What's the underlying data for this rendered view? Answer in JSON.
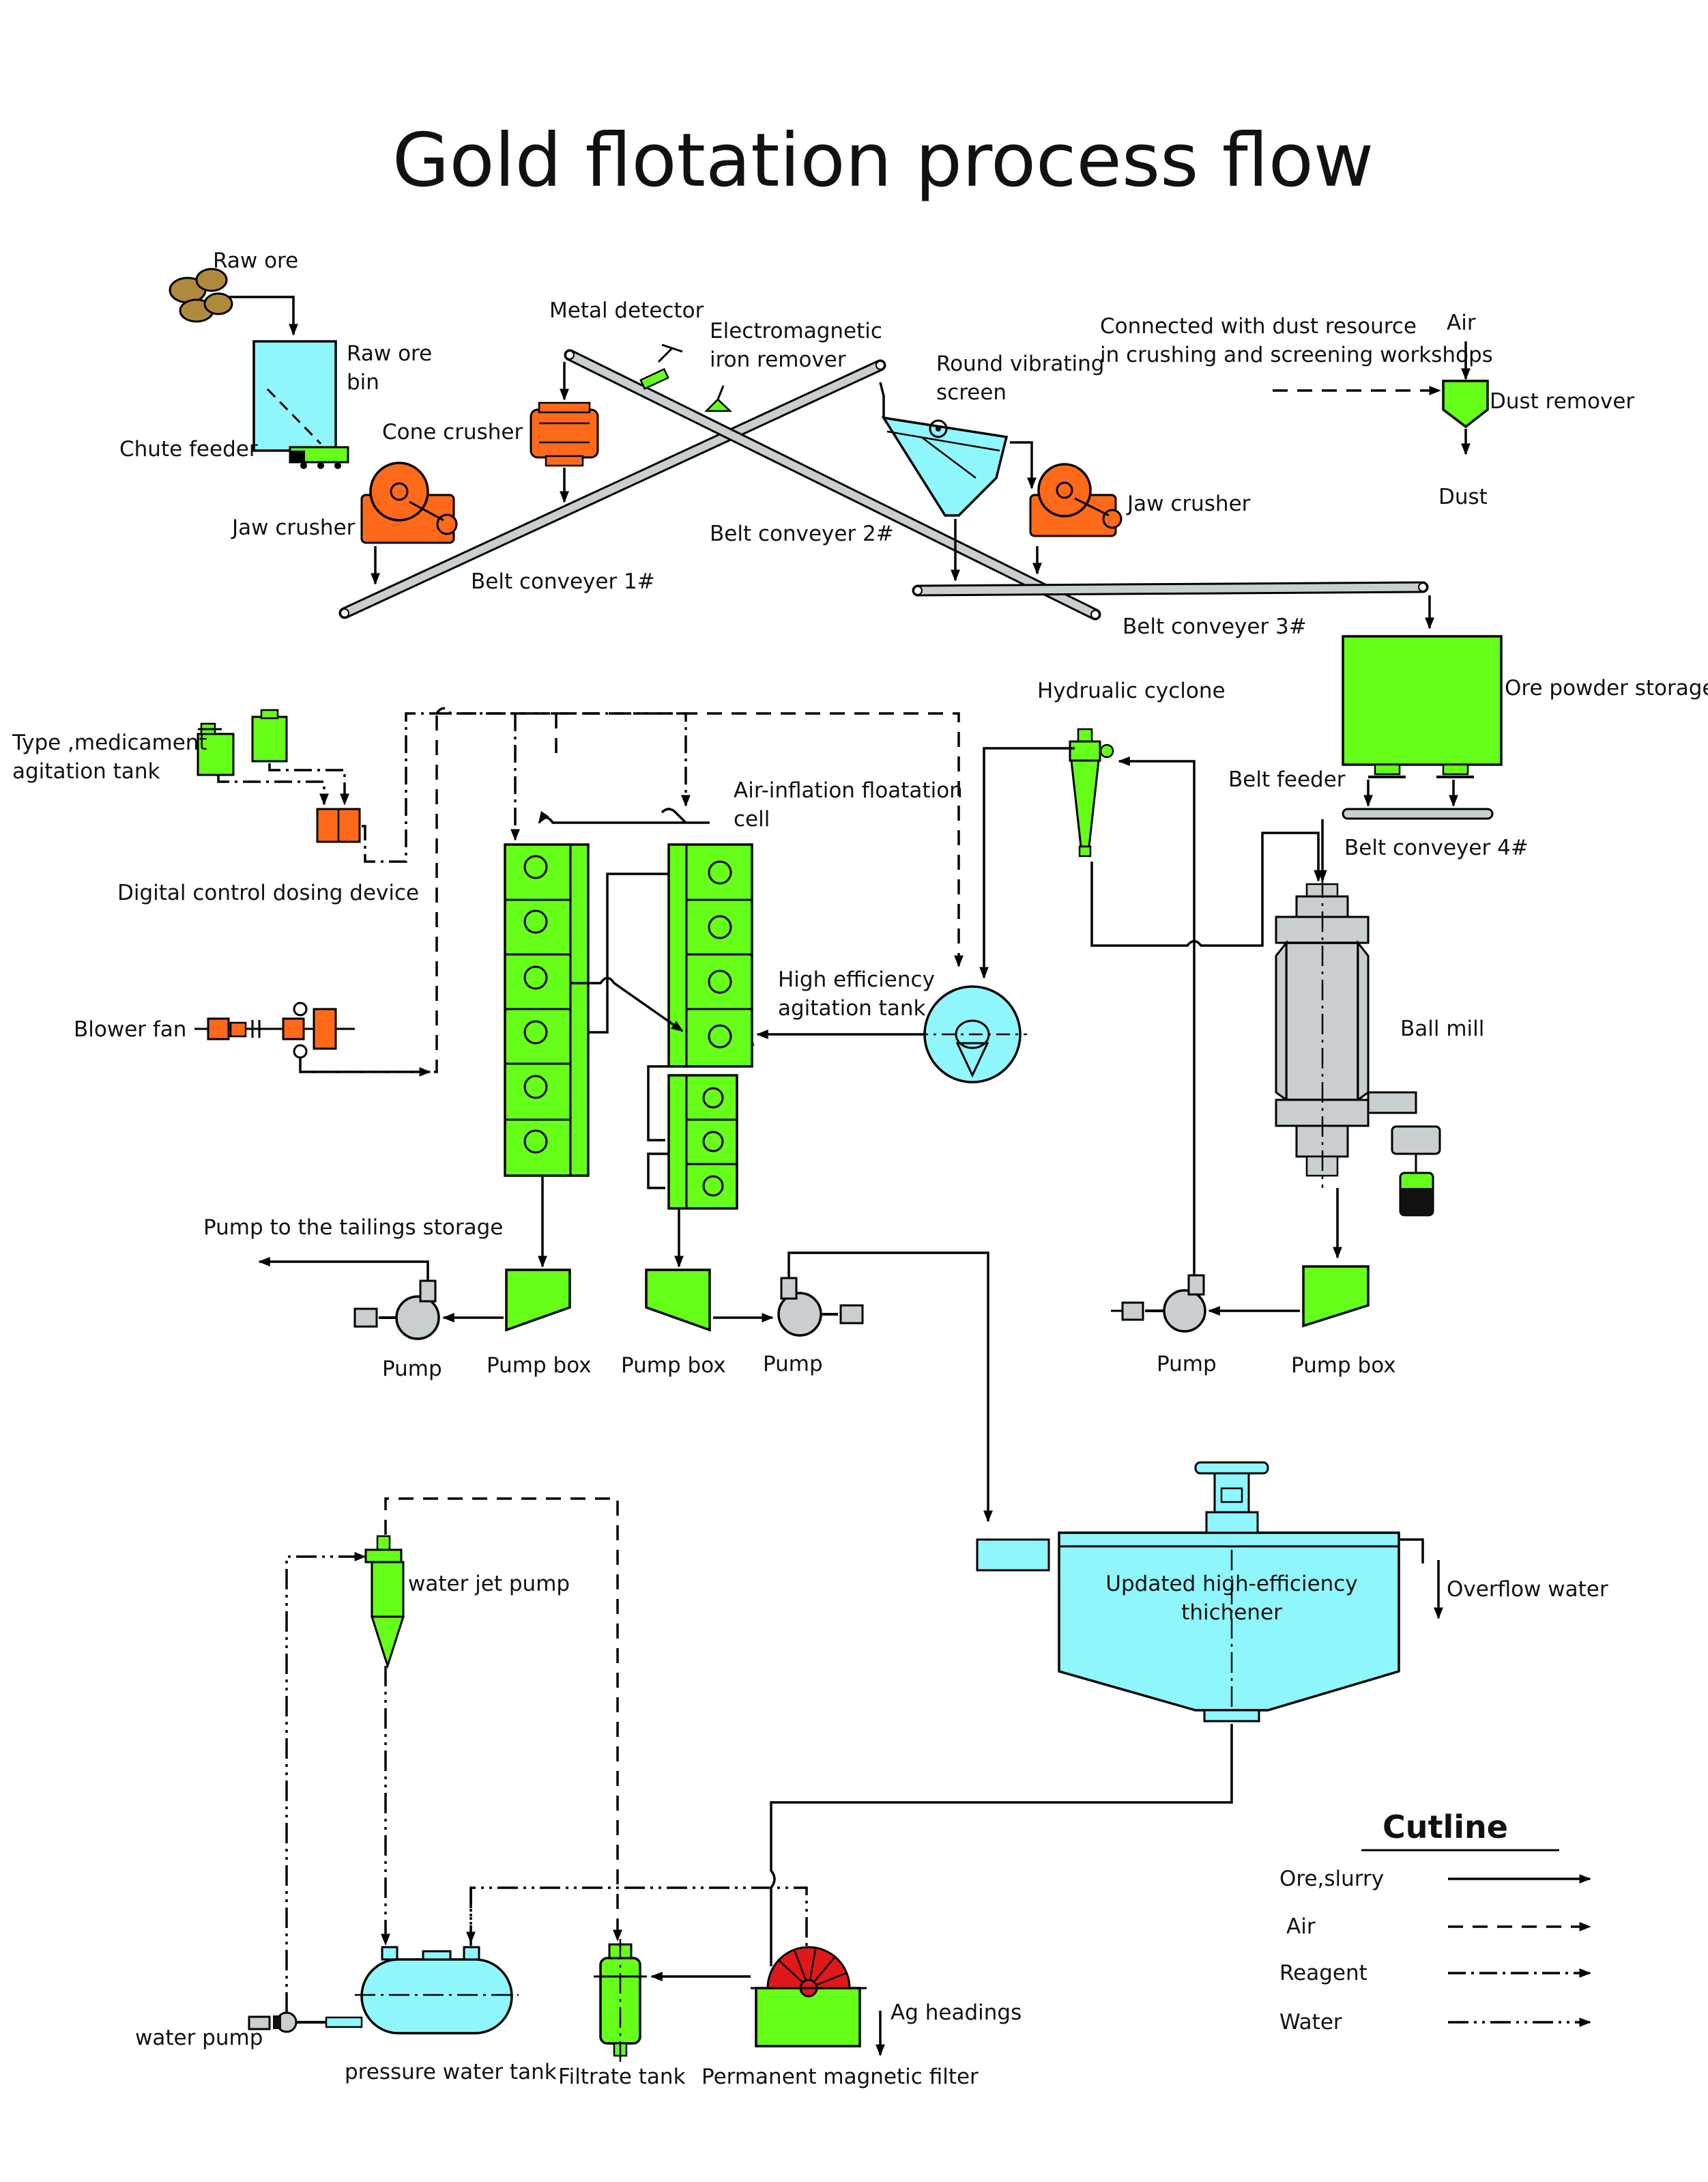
{
  "title": "Gold flotation process flow",
  "colors": {
    "orange": "#ff6a1a",
    "green": "#66ff1a",
    "cyan": "#8ff6fb",
    "gray": "#c9cfd1",
    "red": "#e0181a",
    "ore_brown": "#b08a3c"
  },
  "labels": {
    "raw_ore": "Raw ore",
    "raw_ore_bin": "Raw ore\nbin",
    "chute_feeder": "Chute feeder",
    "jaw_crusher_1": "Jaw crusher",
    "cone_crusher": "Cone crusher",
    "metal_detector": "Metal detector",
    "em_iron_remover": "Electromagnetic\niron remover",
    "belt_conveyor_1": "Belt conveyer 1#",
    "belt_conveyor_2": "Belt conveyer 2#",
    "round_vibrating_screen": "Round vibrating\nscreen",
    "jaw_crusher_2": "Jaw crusher",
    "belt_conveyor_3": "Belt conveyer 3#",
    "dust_note": "Connected with dust resource\nin crushing and screening workshops",
    "air": "Air",
    "dust_remover": "Dust remover",
    "dust": "Dust",
    "ore_powder_storage": "Ore powder storage",
    "belt_feeder": "Belt feeder",
    "belt_conveyor_4": "Belt conveyer 4#",
    "ball_mill": "Ball mill",
    "hydraulic_cyclone": "Hydrualic cyclone",
    "medicament_tank": "Type ,medicament\nagitation tank",
    "dosing_device": "Digital control dosing device",
    "blower_fan": "Blower fan",
    "flotation_cell": "Air-inflation floatation\ncell",
    "agitation_tank": "High efficiency\nagitation tank",
    "pump_to_tailings": "Pump to the tailings storage",
    "pump_1": "Pump",
    "pump_box_1": "Pump box",
    "pump_box_2": "Pump box",
    "pump_2": "Pump",
    "pump_3": "Pump",
    "pump_box_3": "Pump box",
    "thickener": "Updated high-efficiency\nthichener",
    "overflow_water": "Overflow water",
    "water_jet_pump": "water jet pump",
    "water_pump": "water pump",
    "pressure_water_tank": "pressure water tank",
    "filtrate_tank": "Filtrate tank",
    "magnetic_filter": "Permanent magnetic filter",
    "ag_headings": "Ag headings"
  },
  "legend": {
    "title": "Cutline",
    "items": [
      "Ore,slurry",
      "Air",
      "Reagent",
      "Water"
    ]
  }
}
